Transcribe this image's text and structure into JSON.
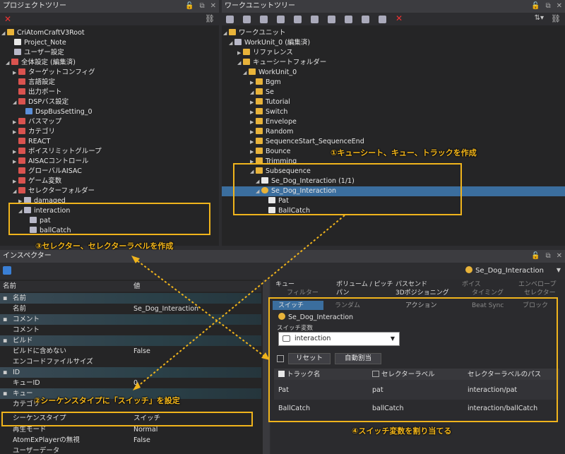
{
  "left_panel": {
    "title": "プロジェクトツリー",
    "items": [
      {
        "label": "CriAtomCraftV3Root"
      },
      {
        "label": "Project_Note"
      },
      {
        "label": "ユーザー設定"
      },
      {
        "label": "全体設定 (編集済)"
      },
      {
        "label": "ターゲットコンフィグ"
      },
      {
        "label": "言語設定"
      },
      {
        "label": "出力ポート"
      },
      {
        "label": "DSPバス設定"
      },
      {
        "label": "DspBusSetting_0"
      },
      {
        "label": "バスマップ"
      },
      {
        "label": "カテゴリ"
      },
      {
        "label": "REACT"
      },
      {
        "label": "ボイスリミットグループ"
      },
      {
        "label": "AISACコントロール"
      },
      {
        "label": "グローバルAISAC"
      },
      {
        "label": "ゲーム変数"
      },
      {
        "label": "セレクターフォルダー"
      },
      {
        "label": "damaged"
      },
      {
        "label": "interaction"
      },
      {
        "label": "pat"
      },
      {
        "label": "ballCatch"
      }
    ],
    "annotation": "③セレクター、セレクターラベルを作成"
  },
  "right_panel": {
    "title": "ワークユニットツリー",
    "items": [
      {
        "label": "ワークユニット"
      },
      {
        "label": "WorkUnit_0 (編集済)"
      },
      {
        "label": "リファレンス"
      },
      {
        "label": "キューシートフォルダー"
      },
      {
        "label": "WorkUnit_0"
      },
      {
        "label": "Bgm"
      },
      {
        "label": "Se"
      },
      {
        "label": "Tutorial"
      },
      {
        "label": "Switch"
      },
      {
        "label": "Envelope"
      },
      {
        "label": "Random"
      },
      {
        "label": "SequenceStart_SequenceEnd"
      },
      {
        "label": "Bounce"
      },
      {
        "label": "Trimming"
      },
      {
        "label": "Subsequence"
      },
      {
        "label": "Se_Dog_Interaction (1/1)"
      },
      {
        "label": "Se_Dog_Interaction"
      },
      {
        "label": "Pat"
      },
      {
        "label": "BallCatch"
      }
    ],
    "annotation": "①キューシート、キュー、トラックを作成"
  },
  "inspector": {
    "title": "インスペクター",
    "target": "Se_Dog_Interaction",
    "col_name": "名前",
    "col_value": "値",
    "rows": [
      {
        "k": "名前",
        "v": ""
      },
      {
        "k": "名前",
        "v": "Se_Dog_Interaction"
      },
      {
        "k": "コメント",
        "v": ""
      },
      {
        "k": "コメント",
        "v": ""
      },
      {
        "k": "ビルド",
        "v": ""
      },
      {
        "k": "ビルドに含めない",
        "v": "False"
      },
      {
        "k": "エンコードファイルサイズ",
        "v": ""
      },
      {
        "k": "ID",
        "v": ""
      },
      {
        "k": "キューID",
        "v": "0"
      },
      {
        "k": "キュー",
        "v": ""
      },
      {
        "k": "カテゴリ",
        "v": ""
      },
      {
        "k": "シーケンスタイプ",
        "v": "スイッチ"
      },
      {
        "k": "再生モード",
        "v": "Normal"
      },
      {
        "k": "AtomExPlayerの無視",
        "v": "False"
      },
      {
        "k": "ユーザーデータ",
        "v": ""
      }
    ],
    "annotation": "②シーケンスタイプに「スイッチ」を設定"
  },
  "detail": {
    "tabs1": [
      "キュー",
      "ボリューム / ピッチ",
      "パスセンド",
      "ボイス",
      "エンベロープ"
    ],
    "tabs1b": [
      "フィルター",
      "パン",
      "3Dポジショニング",
      "タイミング",
      "セレクター"
    ],
    "tabs2": [
      "スイッチ",
      "ランダム",
      "アクション",
      "Beat Sync",
      "ブロック"
    ],
    "cue_name": "Se_Dog_Interaction",
    "switch_var_label": "スイッチ変数",
    "switch_var_value": "interaction",
    "reset_label": "リセット",
    "auto_label": "自動割当",
    "table_headers": [
      "トラック名",
      "セレクターラベル",
      "セレクターラベルのパス"
    ],
    "table_rows": [
      [
        "Pat",
        "pat",
        "interaction/pat"
      ],
      [
        "BallCatch",
        "ballCatch",
        "interaction/ballCatch"
      ]
    ],
    "annotation": "④スイッチ変数を割り当てる"
  }
}
